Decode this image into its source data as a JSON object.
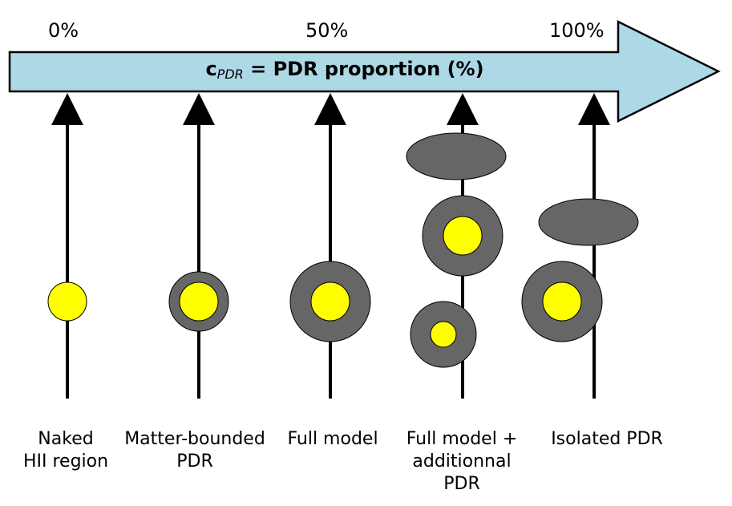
{
  "scale": {
    "ticks": [
      "0%",
      "50%",
      "100%"
    ],
    "title_symbol": "c",
    "title_subscript": "PDR",
    "title_text": " = PDR proportion (%)",
    "arrow_color": "#add8e6"
  },
  "columns": [
    {
      "label_lines": [
        "Naked",
        "HII region"
      ]
    },
    {
      "label_lines": [
        "Matter-bounded",
        "PDR"
      ]
    },
    {
      "label_lines": [
        "Full model"
      ]
    },
    {
      "label_lines": [
        "Full model +",
        "additionnal",
        "PDR"
      ]
    },
    {
      "label_lines": [
        "Isolated PDR"
      ]
    }
  ],
  "colors": {
    "hii_region": "#ffff00",
    "pdr_cloud": "#666666",
    "outline": "#000000"
  }
}
